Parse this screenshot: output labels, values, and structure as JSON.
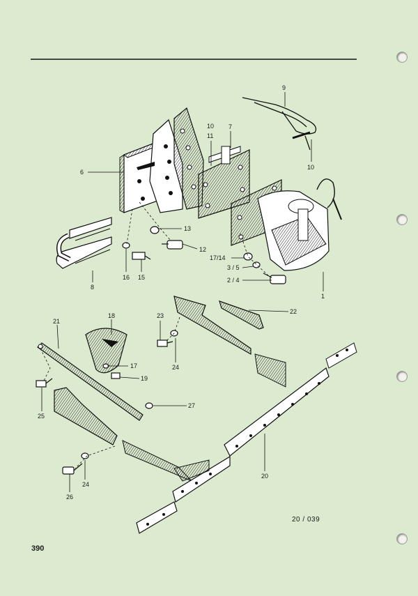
{
  "page": {
    "page_number": "390",
    "figure_reference": "20 / 039"
  },
  "callouts": {
    "c1": "1",
    "c2_4": "2 / 4",
    "c3_5": "3 / 5",
    "c6": "6",
    "c7": "7",
    "c8": "8",
    "c9": "9",
    "c10a": "10",
    "c10b": "10",
    "c11": "11",
    "c12": "12",
    "c13": "13",
    "c15": "15",
    "c16": "16",
    "c17_14": "17/14",
    "c17": "17",
    "c18": "18",
    "c19": "19",
    "c20": "20",
    "c21": "21",
    "c22": "22",
    "c23": "23",
    "c24a": "24",
    "c24b": "24",
    "c25": "25",
    "c26": "26",
    "c27": "27"
  }
}
